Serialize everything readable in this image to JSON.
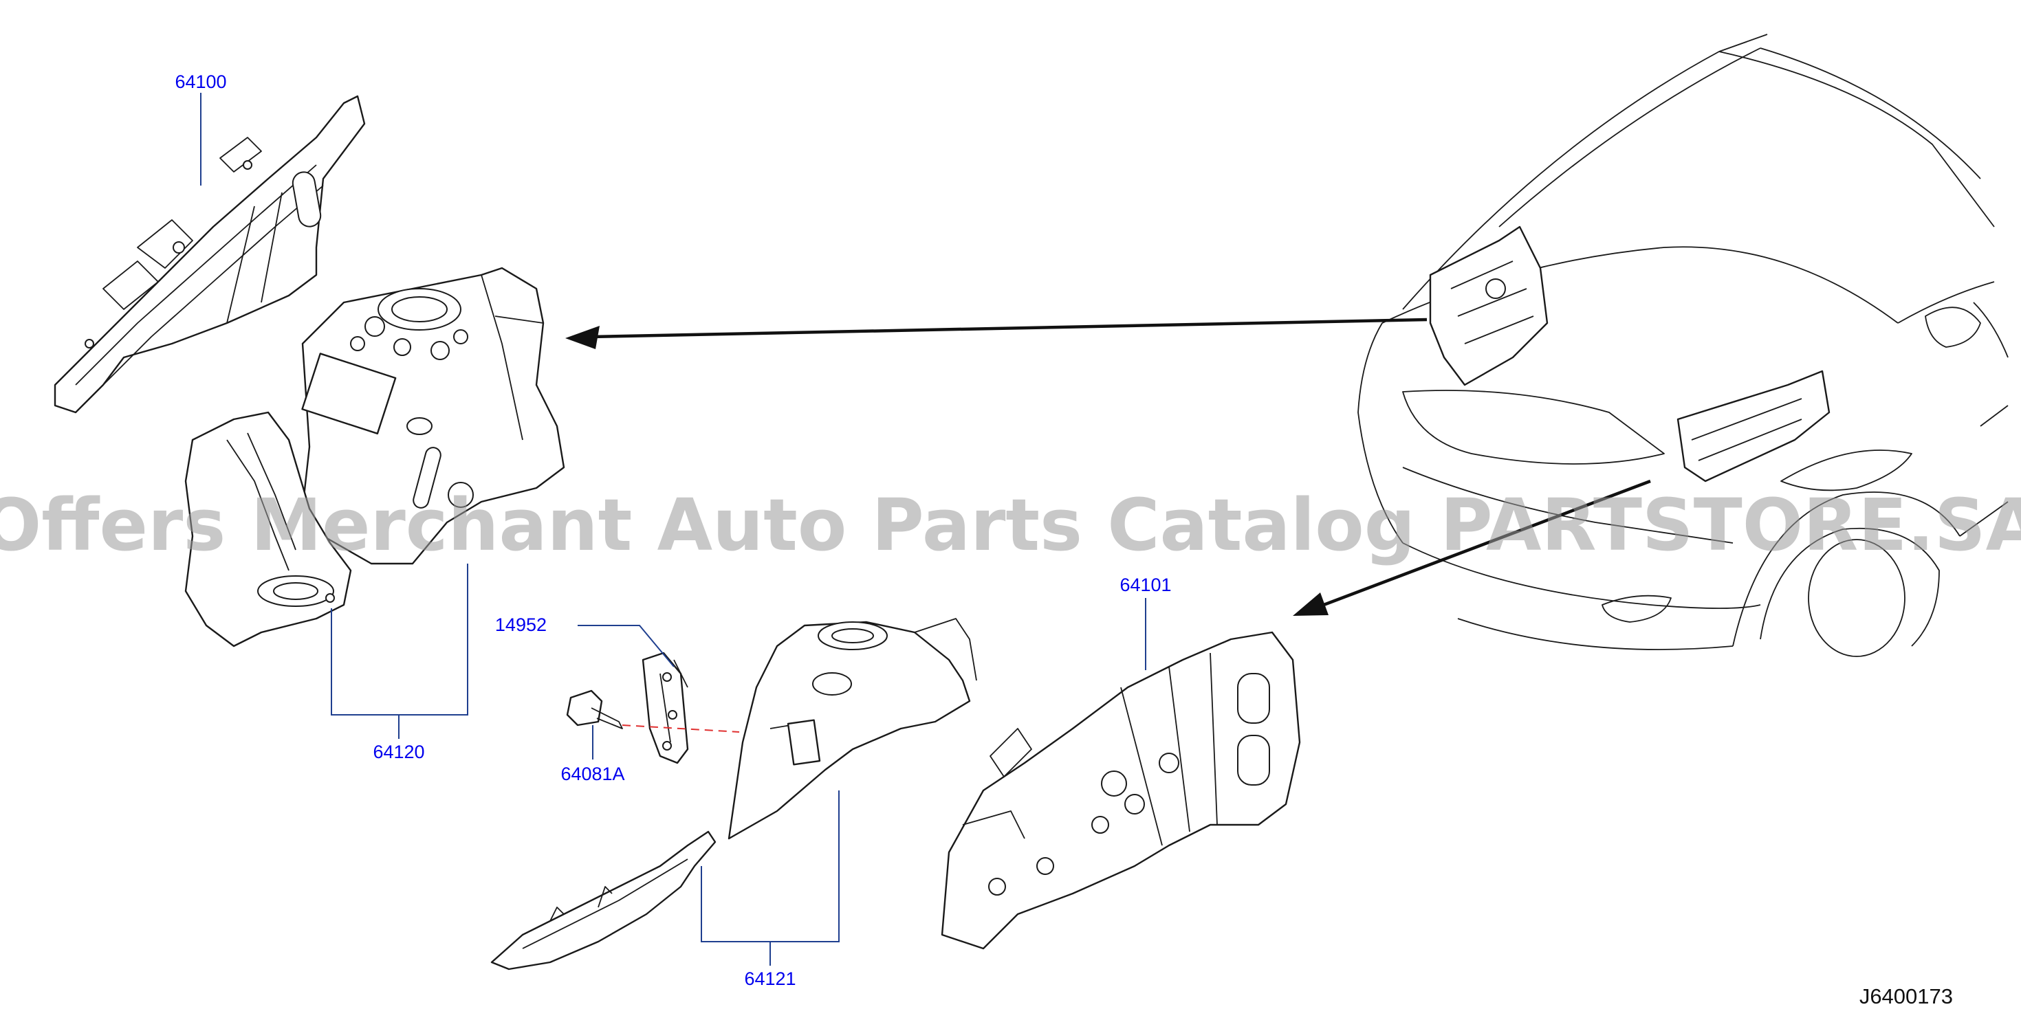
{
  "diagram": {
    "callouts": [
      {
        "id": "64100",
        "text": "64100"
      },
      {
        "id": "64120",
        "text": "64120"
      },
      {
        "id": "14952",
        "text": "14952"
      },
      {
        "id": "64081A",
        "text": "64081A"
      },
      {
        "id": "64121",
        "text": "64121"
      },
      {
        "id": "64101",
        "text": "64101"
      }
    ],
    "drawing_code": "J6400173",
    "watermark": "Offers Merchant Auto Parts Catalog PARTSTORE.SA",
    "colors": {
      "callout_text": "#0000ee",
      "leader_line": "#1f3f8f",
      "outline": "#1a1a1a",
      "dashed_guide": "#e03030",
      "watermark": "#9a9a9a"
    }
  }
}
